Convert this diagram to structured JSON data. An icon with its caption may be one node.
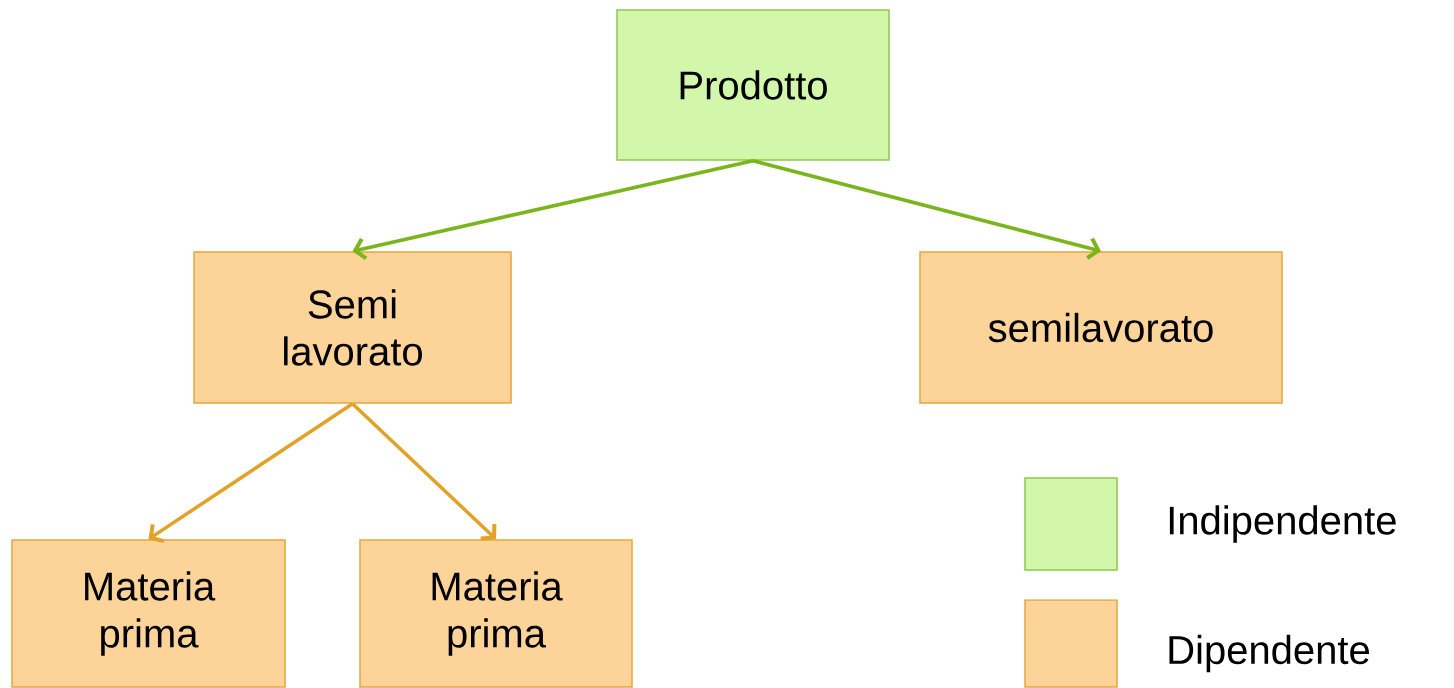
{
  "diagram": {
    "nodes": [
      {
        "text": [
          "Prodotto"
        ]
      },
      {
        "text": [
          "Semi lavorato"
        ]
      },
      {
        "text": [
          "semilavorato"
        ]
      },
      {
        "text": [
          "Materia prima"
        ]
      },
      {
        "text": [
          "Materia prima"
        ]
      }
    ],
    "edges": [
      {
        "from": 0,
        "to": 1,
        "arrow": "to",
        "color": "#7ab51d"
      },
      {
        "from": 0,
        "to": 2,
        "arrow": "to",
        "color": "#7ab51d"
      },
      {
        "from": 1,
        "to": 3,
        "arrow": "to",
        "color": "#e2a127"
      },
      {
        "from": 1,
        "to": 4,
        "arrow": "to",
        "color": "#e2a127"
      }
    ],
    "legend": [
      {
        "text": "Indipendente",
        "color": "#d2f7ab"
      },
      {
        "text": "Dipendente",
        "color": "#fcd398"
      }
    ]
  }
}
